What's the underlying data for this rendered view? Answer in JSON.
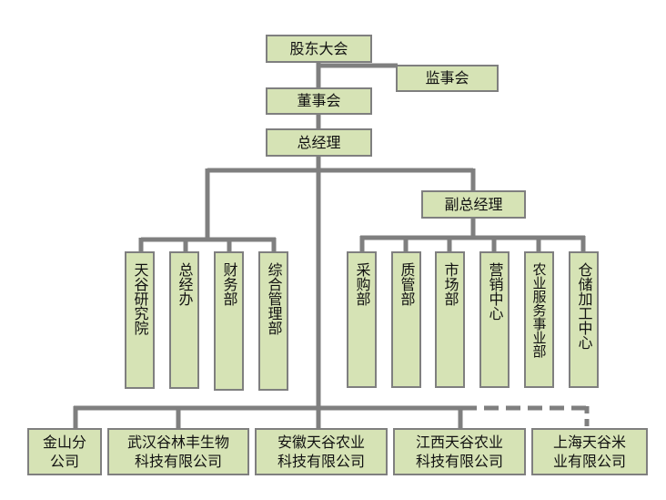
{
  "nodes": {
    "shareholders": "股东大会",
    "supervisors": "监事会",
    "board": "董事会",
    "general_manager": "总经理",
    "deputy_gm": "副总经理",
    "tiangu_research": "天谷研究院",
    "gm_office": "总经办",
    "finance": "财务部",
    "general_admin": "综合管理部",
    "purchasing": "采购部",
    "quality": "质管部",
    "market": "市场部",
    "marketing_center": "营销中心",
    "agri_services": "农业服务事业部",
    "storage_processing": "仓储加工中心"
  },
  "subsidiaries": [
    {
      "line1": "金山分",
      "line2": "公司"
    },
    {
      "line1": "武汉谷林丰生物",
      "line2": "科技有限公司"
    },
    {
      "line1": "安徽天谷农业",
      "line2": "科技有限公司"
    },
    {
      "line1": "江西天谷农业",
      "line2": "科技有限公司"
    },
    {
      "line1": "上海天谷米",
      "line2": "业有限公司"
    }
  ],
  "colors": {
    "box_fill": "#d6e3b5",
    "box_border": "#7f7f7f",
    "connector": "#7f7f7f"
  }
}
